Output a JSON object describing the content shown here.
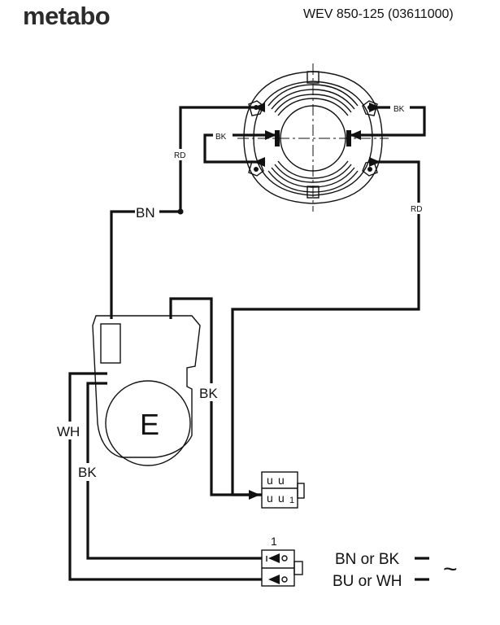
{
  "header": {
    "brand": "metabo",
    "model": "WEV 850-125 (03611000)"
  },
  "labels": {
    "rd_top": "RD",
    "rd_right": "RD",
    "bk_stator_right": "BK",
    "bk_stator_left": "BK",
    "bn_main": "BN",
    "bk_right_vertical": "BK",
    "wh": "WH",
    "bk_left": "BK",
    "electronic_module": "E",
    "connector_upper_a": "u",
    "connector_upper_b": "u",
    "connector_lower_a": "u",
    "connector_lower_b": "u",
    "connector_lower_num": "1",
    "switch_num": "1",
    "supply_line_1": "BN or BK",
    "supply_line_2": "BU or WH",
    "ac_symbol": "~"
  },
  "colors": {
    "ink": "#111111",
    "brand": "#2b2b2b",
    "background": "#ffffff"
  }
}
